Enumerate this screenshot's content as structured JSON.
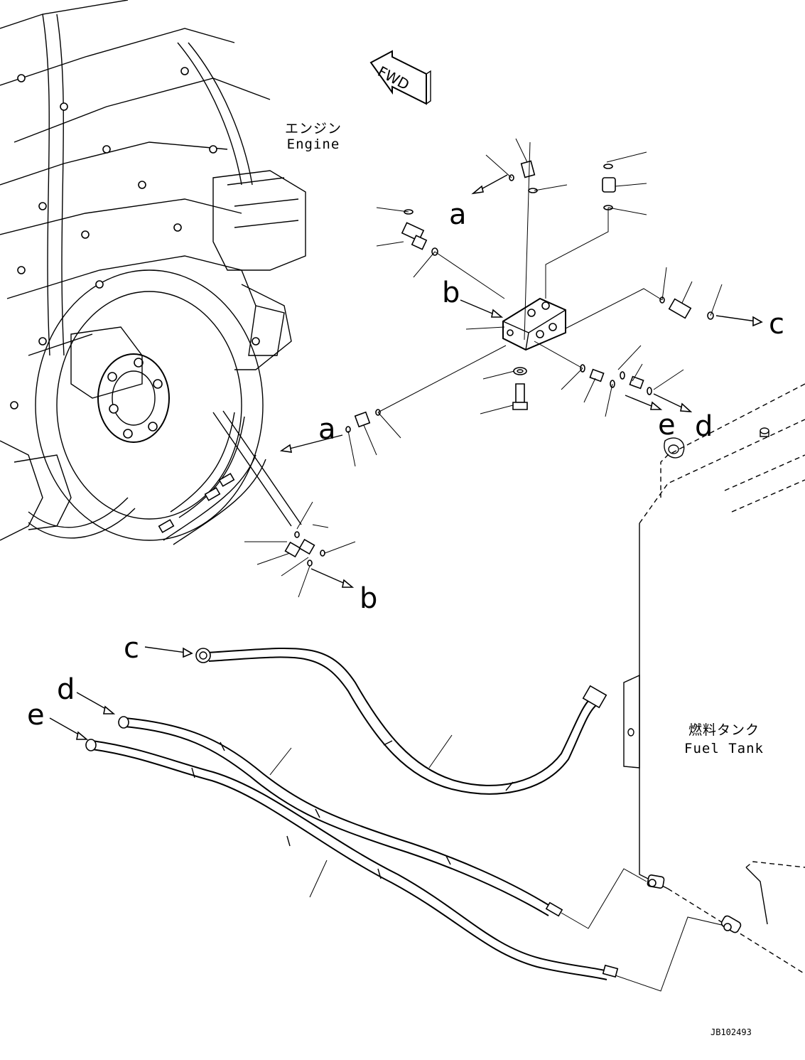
{
  "labels": {
    "engine_jp": "エンジン",
    "engine_en": "Engine",
    "tank_jp": "燃料タンク",
    "tank_en": "Fuel Tank",
    "fwd": "FWD",
    "drawing_code": "JB102493"
  },
  "callouts": {
    "a_top": "a",
    "a_mid": "a",
    "b_block": "b",
    "b_low": "b",
    "c_right": "c",
    "c_hose": "c",
    "d_right": "d",
    "d_hose": "d",
    "e_right": "e",
    "e_hose": "e"
  }
}
